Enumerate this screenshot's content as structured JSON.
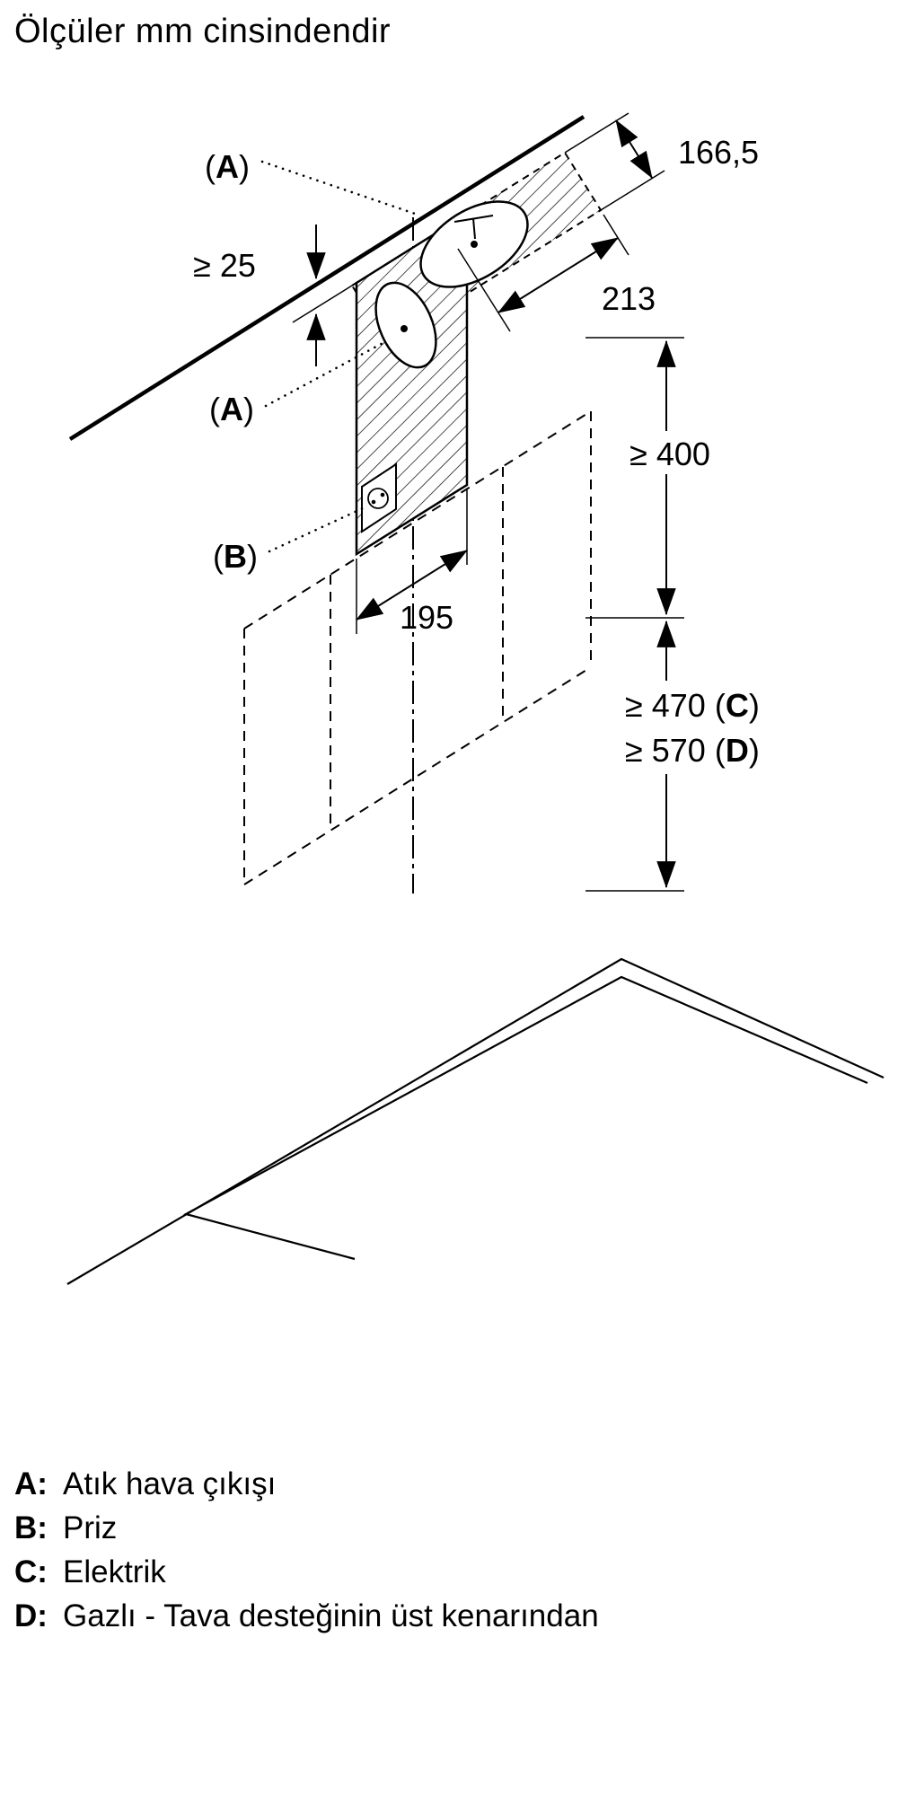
{
  "title": "Ölçüler mm cinsindendir",
  "colors": {
    "line": "#000000",
    "background": "#ffffff"
  },
  "callouts": {
    "paren_open": "(",
    "paren_close": ")",
    "a": "A",
    "b": "B"
  },
  "dimensions": {
    "min_wall_clearance": "≥ 25",
    "outlet_cutout_depth": "166,5",
    "outlet_cutout_width": "213",
    "duct_width": "195",
    "min_height_upper": "≥ 400",
    "min_height_electric_prefix": "≥ 470 (",
    "min_height_electric_letter": "C",
    "min_height_gas_prefix": "≥ 570 (",
    "min_height_gas_letter": "D",
    "paren_close": ")"
  },
  "legend": {
    "items": [
      {
        "key": "A:",
        "text": "Atık hava çıkışı"
      },
      {
        "key": "B:",
        "text": "Priz"
      },
      {
        "key": "C:",
        "text": "Elektrik"
      },
      {
        "key": "D:",
        "text": "Gazlı - Tava desteğinin üst kenarından"
      }
    ]
  },
  "icons": {
    "socket": "power-socket-symbol"
  }
}
